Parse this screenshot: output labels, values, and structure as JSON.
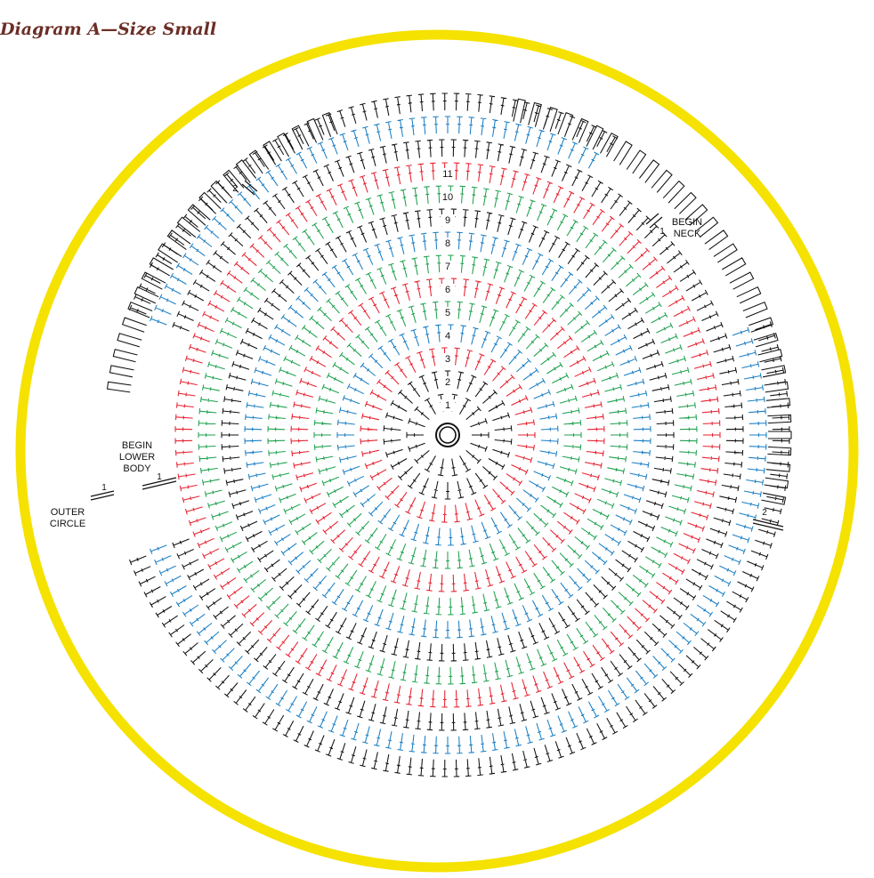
{
  "title": "Diagram A—Size Small",
  "labels": {
    "begin_neck": [
      "BEGIN",
      "NECK"
    ],
    "begin_lower_body": [
      "BEGIN",
      "LOWER",
      "BODY"
    ],
    "outer_circle": [
      "OUTER",
      "CIRCLE"
    ]
  },
  "row_numbers": [
    "1",
    "2",
    "3",
    "4",
    "5",
    "6",
    "7",
    "8",
    "9",
    "10",
    "11"
  ],
  "marker_numbers": {
    "neck_top": "1",
    "top_left": "2",
    "lower_body": "1",
    "outer_circle": "1",
    "right": "2"
  },
  "colors": {
    "frame": "#f5e200",
    "title": "#6b2e26",
    "row_cycle": [
      "#111111",
      "#111111",
      "#e5202e",
      "#1a7ec4",
      "#1ea04e",
      "#e5202e",
      "#1ea04e",
      "#1a7ec4",
      "#111111",
      "#1ea04e",
      "#e5202e",
      "#111111",
      "#1a7ec4",
      "#111111",
      "#111111",
      "#111111"
    ]
  }
}
